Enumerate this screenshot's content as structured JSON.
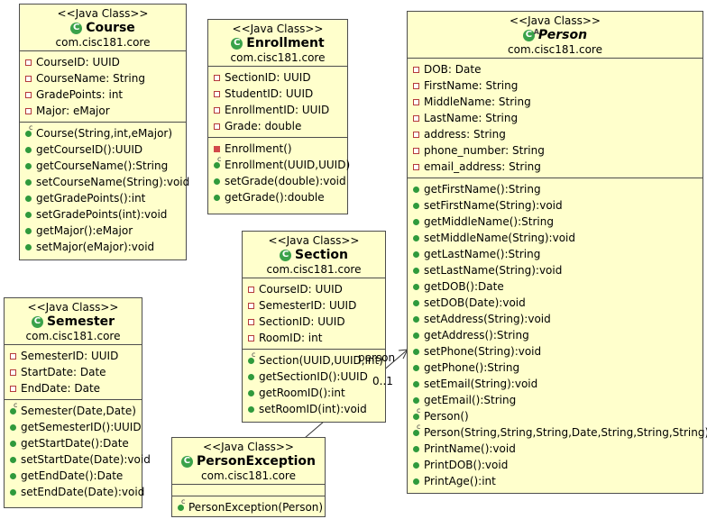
{
  "classes": {
    "course": {
      "stereotype": "<<Java Class>>",
      "name": "Course",
      "package": "com.cisc181.core",
      "fields": [
        "CourseID: UUID",
        "CourseName: String",
        "GradePoints: int",
        "Major: eMajor"
      ],
      "methods": [
        "Course(String,int,eMajor)",
        "getCourseID():UUID",
        "getCourseName():String",
        "setCourseName(String):void",
        "getGradePoints():int",
        "setGradePoints(int):void",
        "getMajor():eMajor",
        "setMajor(eMajor):void"
      ]
    },
    "enrollment": {
      "stereotype": "<<Java Class>>",
      "name": "Enrollment",
      "package": "com.cisc181.core",
      "fields": [
        "SectionID: UUID",
        "StudentID: UUID",
        "EnrollmentID: UUID",
        "Grade: double"
      ],
      "methods": [
        "Enrollment()",
        "Enrollment(UUID,UUID)",
        "setGrade(double):void",
        "getGrade():double"
      ]
    },
    "person": {
      "stereotype": "<<Java Class>>",
      "name": "Person",
      "package": "com.cisc181.core",
      "fields": [
        "DOB: Date",
        "FirstName: String",
        "MiddleName: String",
        "LastName: String",
        "address: String",
        "phone_number: String",
        "email_address: String"
      ],
      "methods": [
        "getFirstName():String",
        "setFirstName(String):void",
        "getMiddleName():String",
        "setMiddleName(String):void",
        "getLastName():String",
        "setLastName(String):void",
        "getDOB():Date",
        "setDOB(Date):void",
        "setAddress(String):void",
        "getAddress():String",
        "setPhone(String):void",
        "getPhone():String",
        "setEmail(String):void",
        "getEmail():String",
        "Person()",
        "Person(String,String,String,Date,String,String,String)",
        "PrintName():void",
        "PrintDOB():void",
        "PrintAge():int"
      ]
    },
    "section": {
      "stereotype": "<<Java Class>>",
      "name": "Section",
      "package": "com.cisc181.core",
      "fields": [
        "CourseID: UUID",
        "SemesterID: UUID",
        "SectionID: UUID",
        "RoomID: int"
      ],
      "methods": [
        "Section(UUID,UUID,int)",
        "getSectionID():UUID",
        "getRoomID():int",
        "setRoomID(int):void"
      ]
    },
    "semester": {
      "stereotype": "<<Java Class>>",
      "name": "Semester",
      "package": "com.cisc181.core",
      "fields": [
        "SemesterID: UUID",
        "StartDate: Date",
        "EndDate: Date"
      ],
      "methods": [
        "Semester(Date,Date)",
        "getSemesterID():UUID",
        "getStartDate():Date",
        "setStartDate(Date):void",
        "getEndDate():Date",
        "setEndDate(Date):void"
      ]
    },
    "personexception": {
      "stereotype": "<<Java Class>>",
      "name": "PersonException",
      "package": "com.cisc181.core",
      "fields": [],
      "methods": [
        "PersonException(Person)"
      ]
    }
  },
  "association": {
    "role": "person",
    "multiplicity": "0..1"
  },
  "colors": {
    "class_fill": "#ffffcc",
    "border": "#4d4d4d",
    "public_icon": "#2f9a3c",
    "private_icon": "#d24a4a"
  }
}
